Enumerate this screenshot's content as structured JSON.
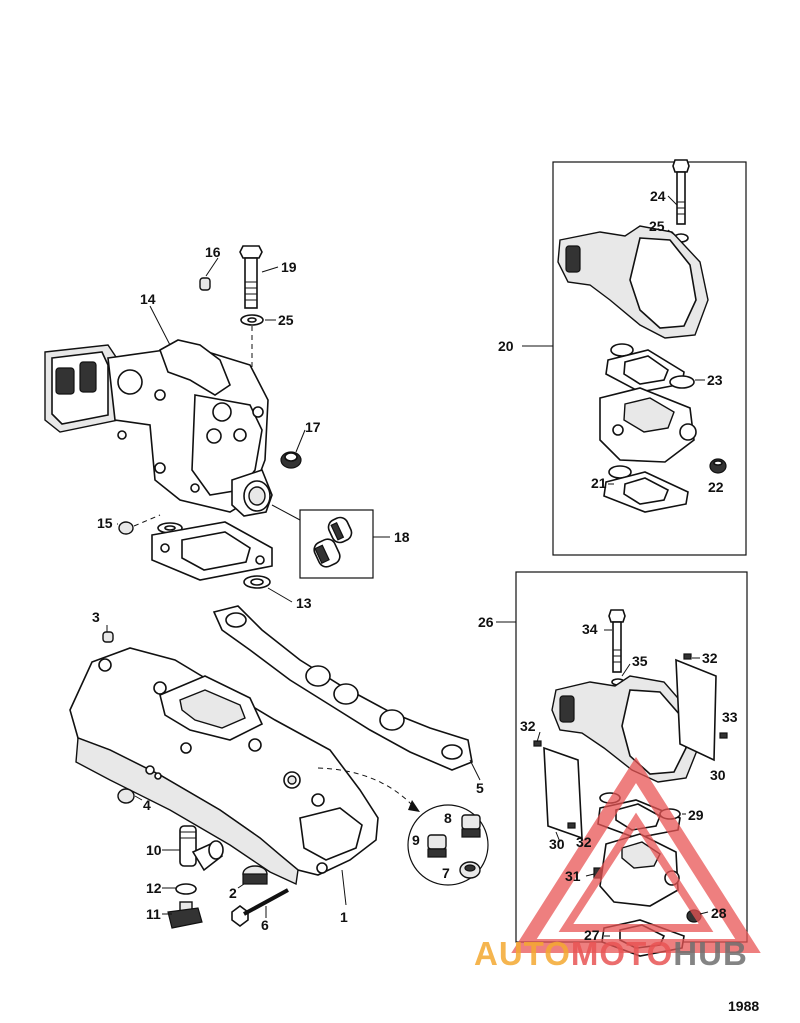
{
  "diagram": {
    "callouts": {
      "c1": "1",
      "c2": "2",
      "c3": "3",
      "c4": "4",
      "c5": "5",
      "c6": "6",
      "c7": "7",
      "c8": "8",
      "c9": "9",
      "c10": "10",
      "c11": "11",
      "c12": "12",
      "c13": "13",
      "c14": "14",
      "c15": "15",
      "c16": "16",
      "c17": "17",
      "c18": "18",
      "c19": "19",
      "c20": "20",
      "c21": "21",
      "c22": "22",
      "c23": "23",
      "c24": "24",
      "c25a": "25",
      "c25b": "25",
      "c26": "26",
      "c27": "27",
      "c28": "28",
      "c29": "29",
      "c30a": "30",
      "c30b": "30",
      "c31": "31",
      "c32a": "32",
      "c32b": "32",
      "c32c": "32",
      "c33": "33",
      "c34": "34",
      "c35": "35"
    },
    "figure_number": "1988"
  },
  "watermark": {
    "part1": "AUTO",
    "part2": "MOTO",
    "part3": "HUB",
    "triangle_color": "#e85454",
    "colors": {
      "auto": "#f3a830",
      "moto": "#e85454",
      "hub": "#6e6e6e"
    }
  }
}
